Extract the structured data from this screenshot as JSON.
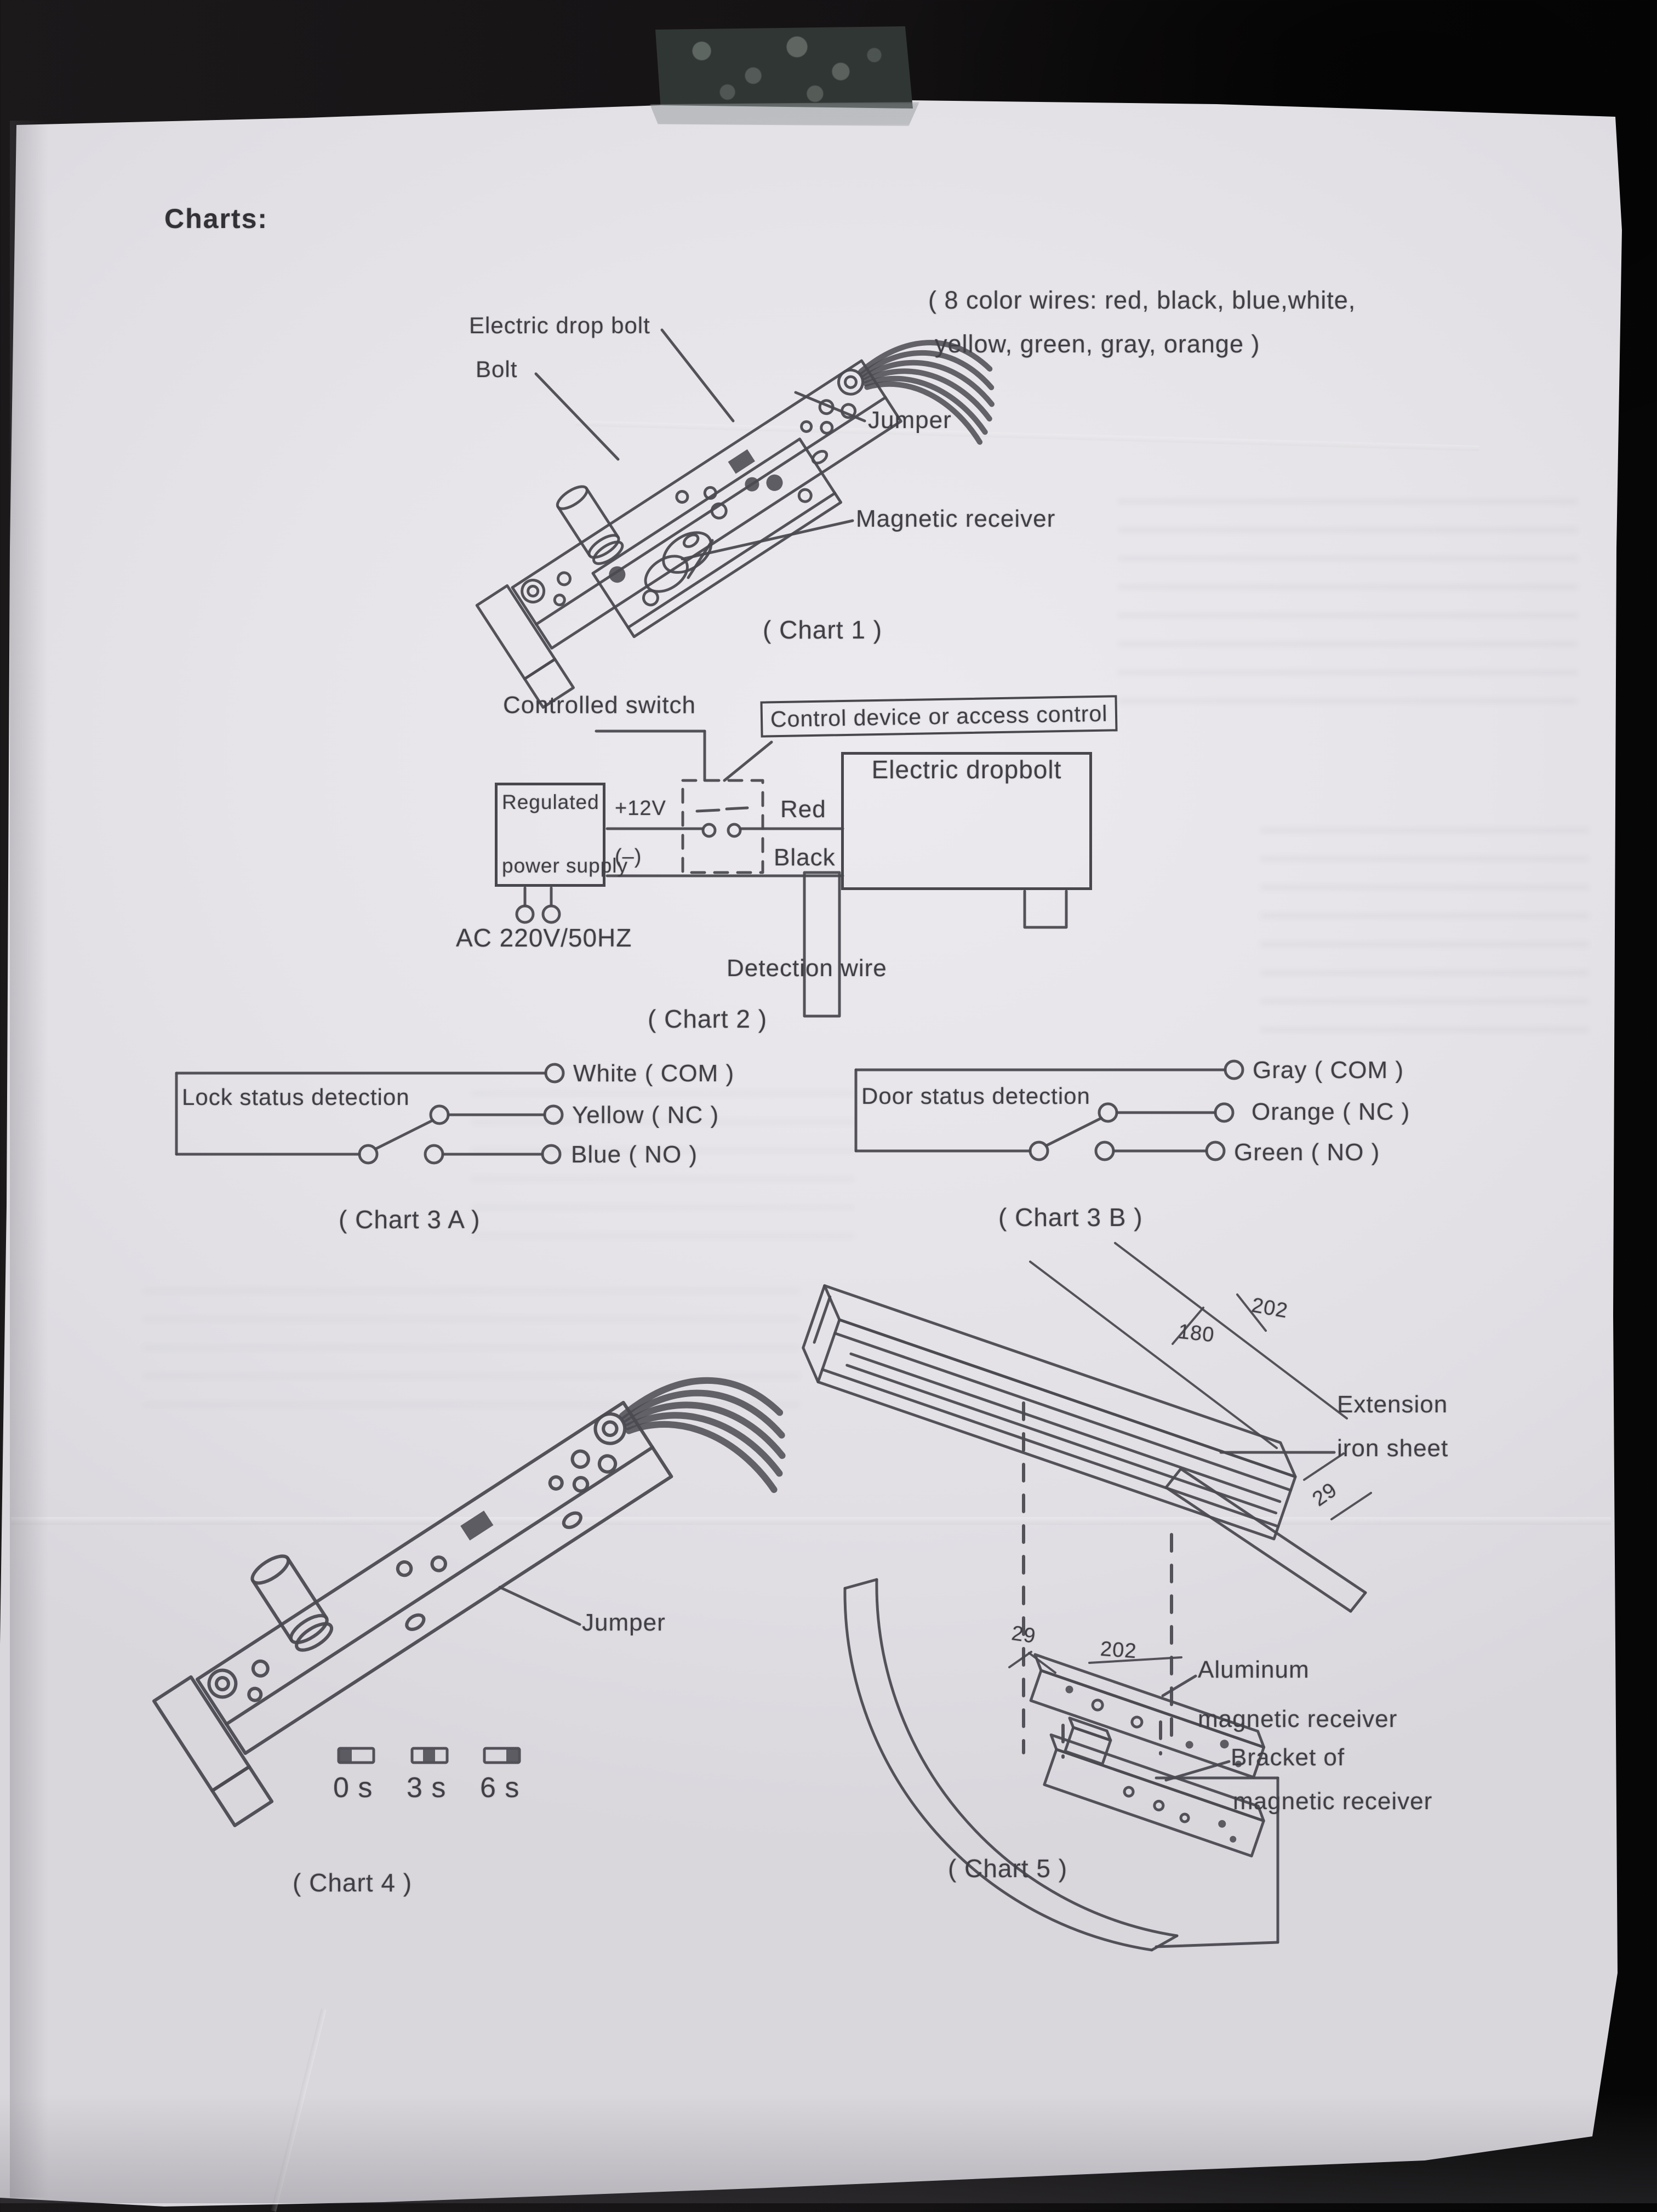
{
  "page": {
    "title": "Charts:"
  },
  "chart1": {
    "caption": "( Chart 1 )",
    "labels": {
      "drop_bolt": "Electric drop bolt",
      "bolt": "Bolt",
      "jumper": "Jumper",
      "receiver": "Magnetic receiver"
    },
    "note_line1": "( 8 color wires: red, black, blue,white,",
    "note_line2": "yellow, green, gray, orange )"
  },
  "chart2": {
    "caption": "( Chart 2 )",
    "labels": {
      "controlled_switch": "Controlled switch",
      "control_device": "Control device or access control",
      "plus12v": "+12V",
      "red": "Red",
      "psu_line1": "Regulated",
      "psu_line2": "power supply",
      "minus": "(–)",
      "black": "Black",
      "dropbolt": "Electric dropbolt",
      "ac": "AC 220V/50HZ",
      "detection_wire": "Detection wire"
    }
  },
  "chart3a": {
    "caption": "( Chart 3 A )",
    "box_label": "Lock status detection",
    "terminals": [
      "White ( COM )",
      "Yellow ( NC )",
      "Blue ( NO )"
    ]
  },
  "chart3b": {
    "caption": "( Chart 3 B )",
    "box_label": "Door status detection",
    "terminals": [
      "Gray ( COM )",
      "Orange ( NC )",
      "Green ( NO )"
    ]
  },
  "chart4": {
    "caption": "( Chart 4 )",
    "jumper_label": "Jumper",
    "settings": [
      {
        "label": "0 s",
        "position": "left"
      },
      {
        "label": "3 s",
        "position": "middle"
      },
      {
        "label": "6 s",
        "position": "right"
      }
    ]
  },
  "chart5": {
    "caption": "( Chart 5 )",
    "labels": {
      "extension_line1": "Extension",
      "extension_line2": "iron sheet",
      "aluminum_line1": "Aluminum",
      "aluminum_line2": "magnetic receiver",
      "bracket_line1": "Bracket of",
      "bracket_line2": "magnetic receiver"
    },
    "dimensions": {
      "d180": "180",
      "d202_top": "202",
      "d29_top": "29",
      "d29_bottom": "29",
      "d202_bottom": "202"
    }
  },
  "colors": {
    "paper": "#e6e4e8",
    "ink": "#48474d",
    "background": "#121011",
    "tape": "#303634"
  }
}
